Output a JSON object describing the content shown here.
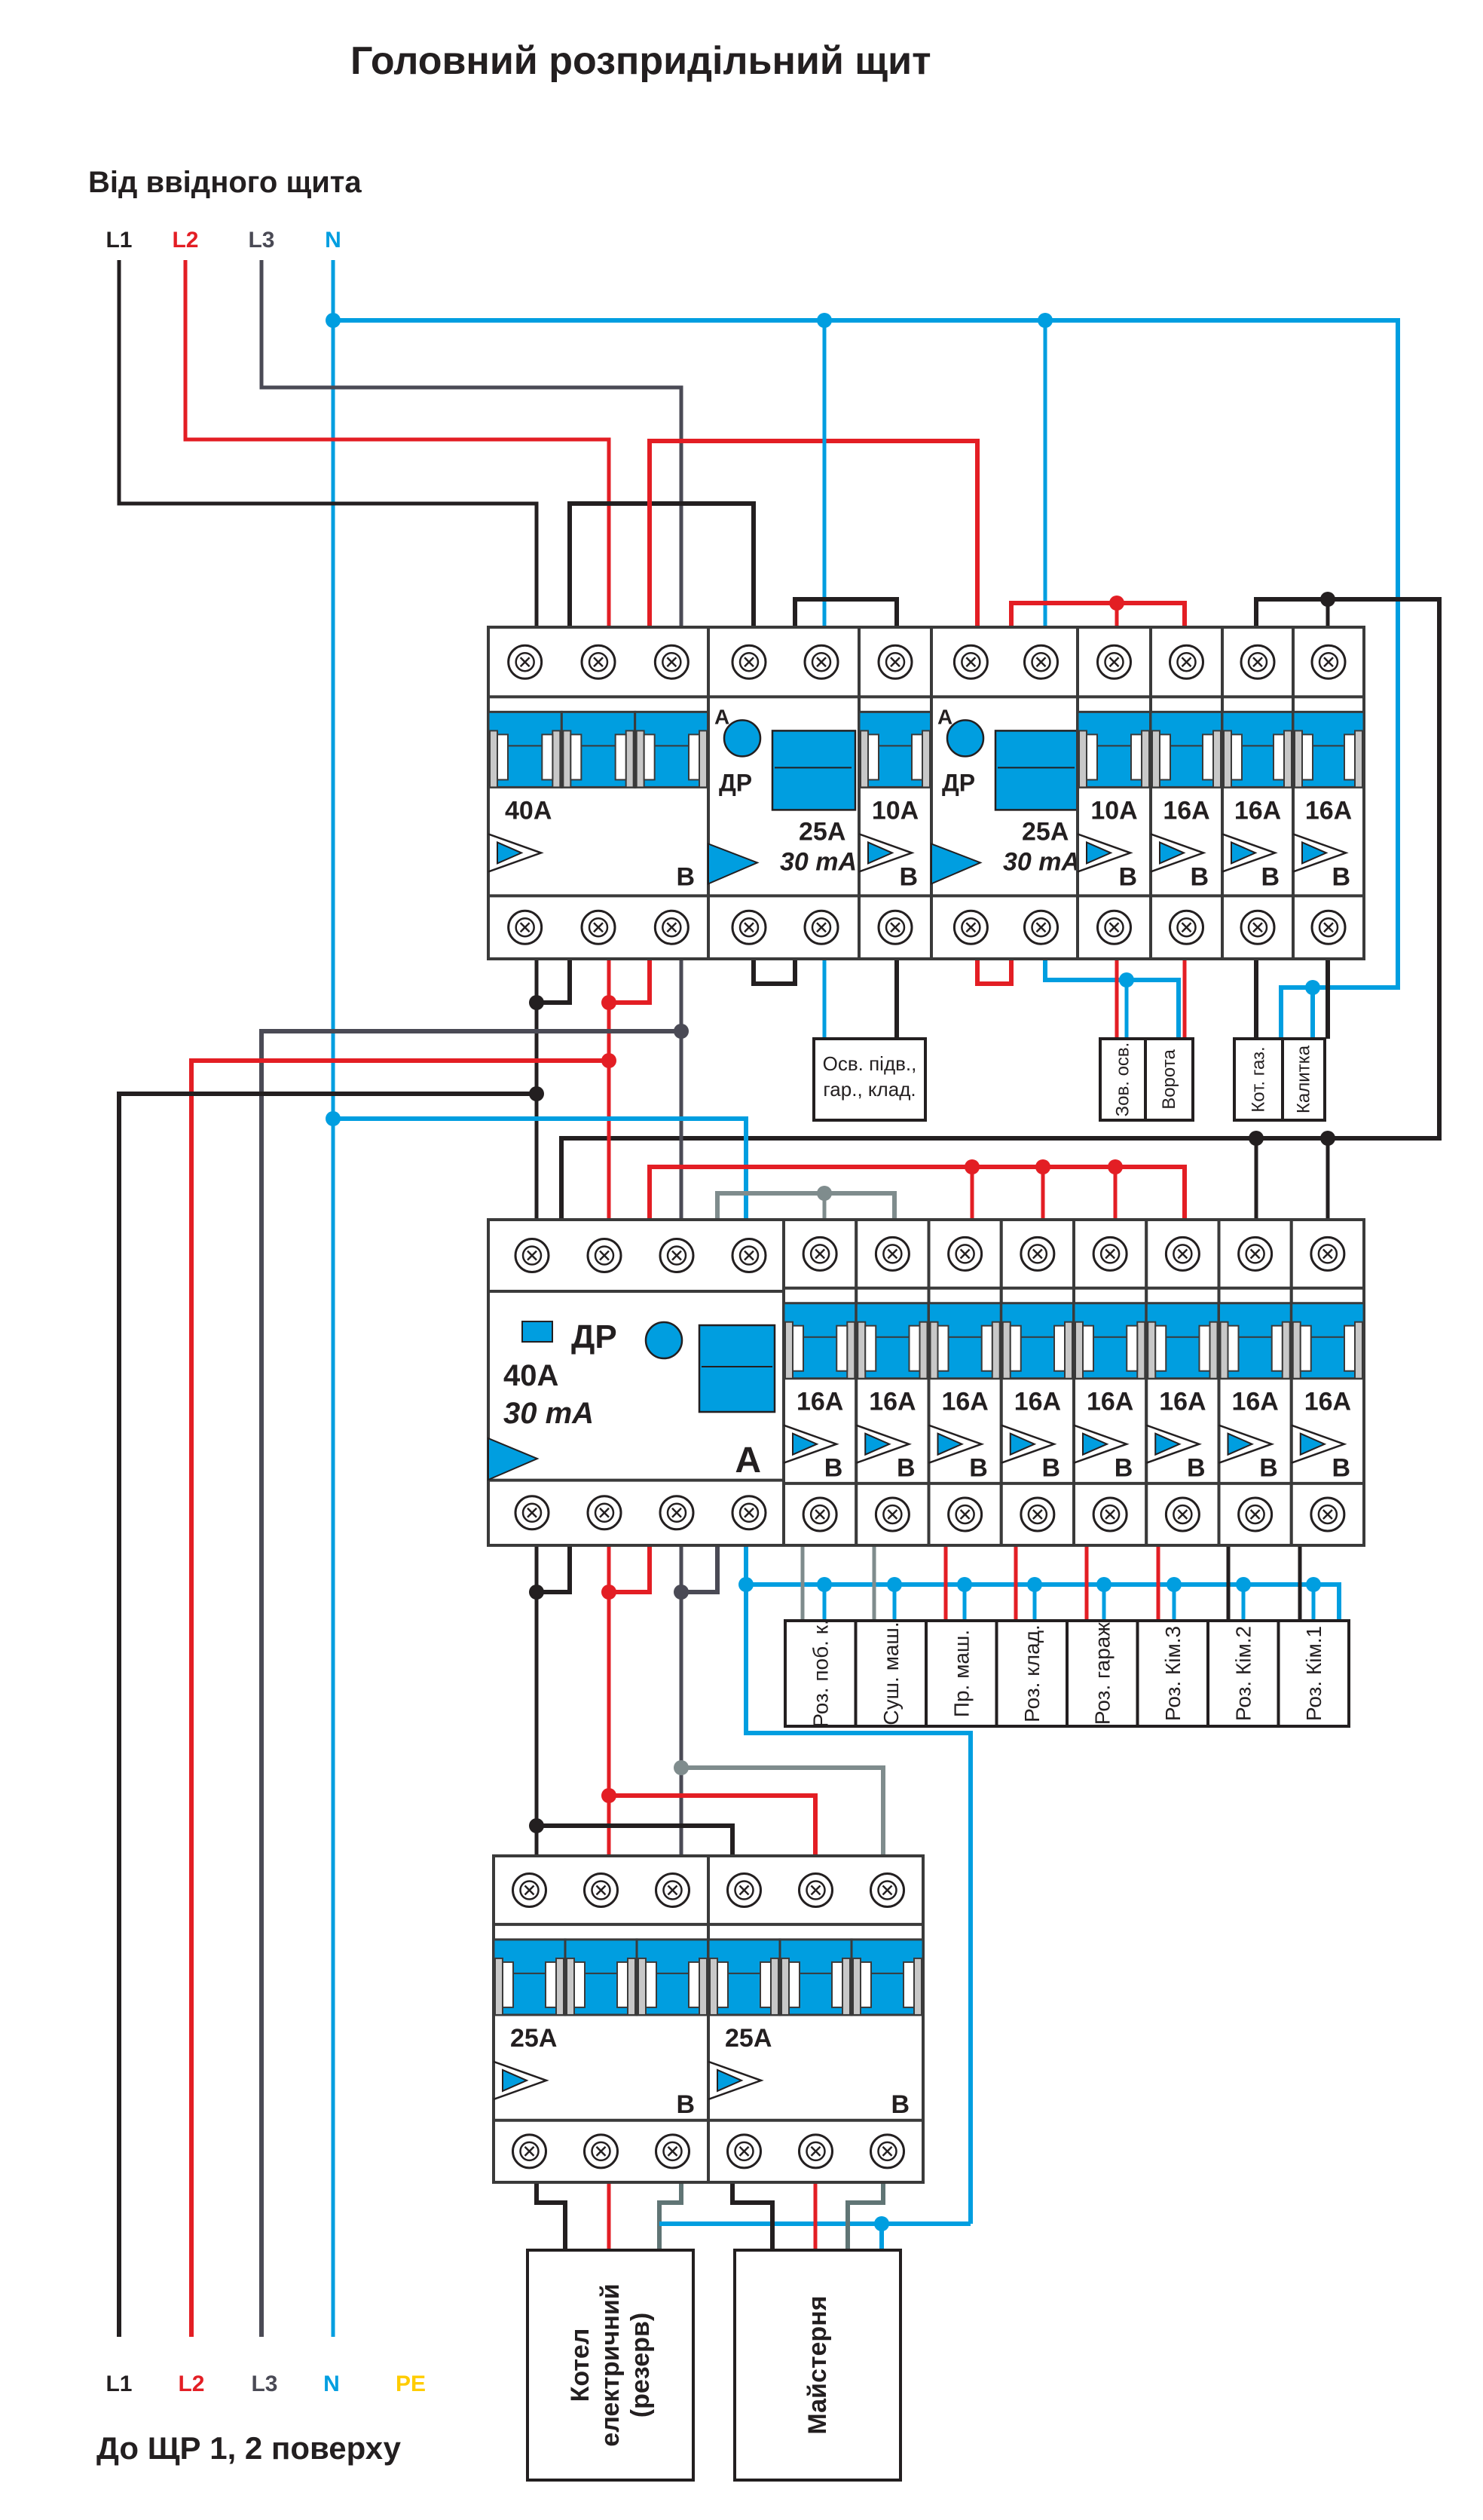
{
  "title": "Головний розпридільний щит",
  "input": {
    "heading": "Від ввідного щита",
    "phases": [
      {
        "label": "L1",
        "color": "#231f20"
      },
      {
        "label": "L2",
        "color": "#e31e24"
      },
      {
        "label": "L3",
        "color": "#4a4a55"
      },
      {
        "label": "N",
        "color": "#009ee0"
      }
    ]
  },
  "output": {
    "heading": "До ЩР 1, 2 поверху",
    "phases": [
      {
        "label": "L1",
        "color": "#231f20"
      },
      {
        "label": "L2",
        "color": "#e31e24"
      },
      {
        "label": "L3",
        "color": "#4a4a55"
      },
      {
        "label": "N",
        "color": "#009ee0"
      },
      {
        "label": "PE",
        "color": "#ffcc00"
      }
    ]
  },
  "colors": {
    "L1": "#231f20",
    "L2": "#e31e24",
    "L3": "#4a4a55",
    "N": "#009ee0",
    "gray": "#7f8c8d",
    "module_blue": "#009ee0",
    "outline": "#3a3a3a"
  },
  "rows": [
    {
      "name": "row-1",
      "modules": [
        {
          "type": "breaker",
          "poles": 3,
          "rating": "40A",
          "curve": "B"
        },
        {
          "type": "rcbo",
          "poles": 2,
          "rating": "25A",
          "sensitivity": "30 mA",
          "class": "A",
          "label": "ДР"
        },
        {
          "type": "breaker",
          "poles": 1,
          "rating": "10A",
          "curve": "B"
        },
        {
          "type": "rcbo",
          "poles": 2,
          "rating": "25A",
          "sensitivity": "30 mA",
          "class": "A",
          "label": "ДР"
        },
        {
          "type": "breaker",
          "poles": 1,
          "rating": "10A",
          "curve": "B"
        },
        {
          "type": "breaker",
          "poles": 1,
          "rating": "16A",
          "curve": "B"
        },
        {
          "type": "breaker",
          "poles": 1,
          "rating": "16A",
          "curve": "B"
        },
        {
          "type": "breaker",
          "poles": 1,
          "rating": "16A",
          "curve": "B"
        }
      ]
    },
    {
      "name": "row-2",
      "modules": [
        {
          "type": "rcd",
          "poles": 4,
          "rating": "40A",
          "sensitivity": "30 mA",
          "class": "A",
          "label": "ДР"
        },
        {
          "type": "breaker",
          "poles": 1,
          "rating": "16A",
          "curve": "B"
        },
        {
          "type": "breaker",
          "poles": 1,
          "rating": "16A",
          "curve": "B"
        },
        {
          "type": "breaker",
          "poles": 1,
          "rating": "16A",
          "curve": "B"
        },
        {
          "type": "breaker",
          "poles": 1,
          "rating": "16A",
          "curve": "B"
        },
        {
          "type": "breaker",
          "poles": 1,
          "rating": "16A",
          "curve": "B"
        },
        {
          "type": "breaker",
          "poles": 1,
          "rating": "16A",
          "curve": "B"
        },
        {
          "type": "breaker",
          "poles": 1,
          "rating": "16A",
          "curve": "B"
        },
        {
          "type": "breaker",
          "poles": 1,
          "rating": "16A",
          "curve": "B"
        }
      ]
    },
    {
      "name": "row-3",
      "modules": [
        {
          "type": "breaker",
          "poles": 3,
          "rating": "25A",
          "curve": "B"
        },
        {
          "type": "breaker",
          "poles": 3,
          "rating": "25A",
          "curve": "B"
        }
      ]
    }
  ],
  "loads": {
    "row1_light": "Осв. підв., гар., клад.",
    "row1_light_lines": [
      "Осв. підв.,",
      "гар., клад."
    ],
    "row1_group_a": [
      "Зов. осв.",
      "Ворота"
    ],
    "row1_group_b": [
      "Кот. газ.",
      "Калитка"
    ],
    "row2": [
      "Роз. поб. к.",
      "Суш. маш.",
      "Пр. маш.",
      "Роз. клад.",
      "Роз. гараж",
      "Роз. Кім.3",
      "Роз. Кім.2",
      "Роз. Кім.1"
    ],
    "row3": [
      {
        "lines": [
          "Котел",
          "електричний",
          "(резерв)"
        ]
      },
      {
        "lines": [
          "Майстерня"
        ]
      }
    ]
  }
}
